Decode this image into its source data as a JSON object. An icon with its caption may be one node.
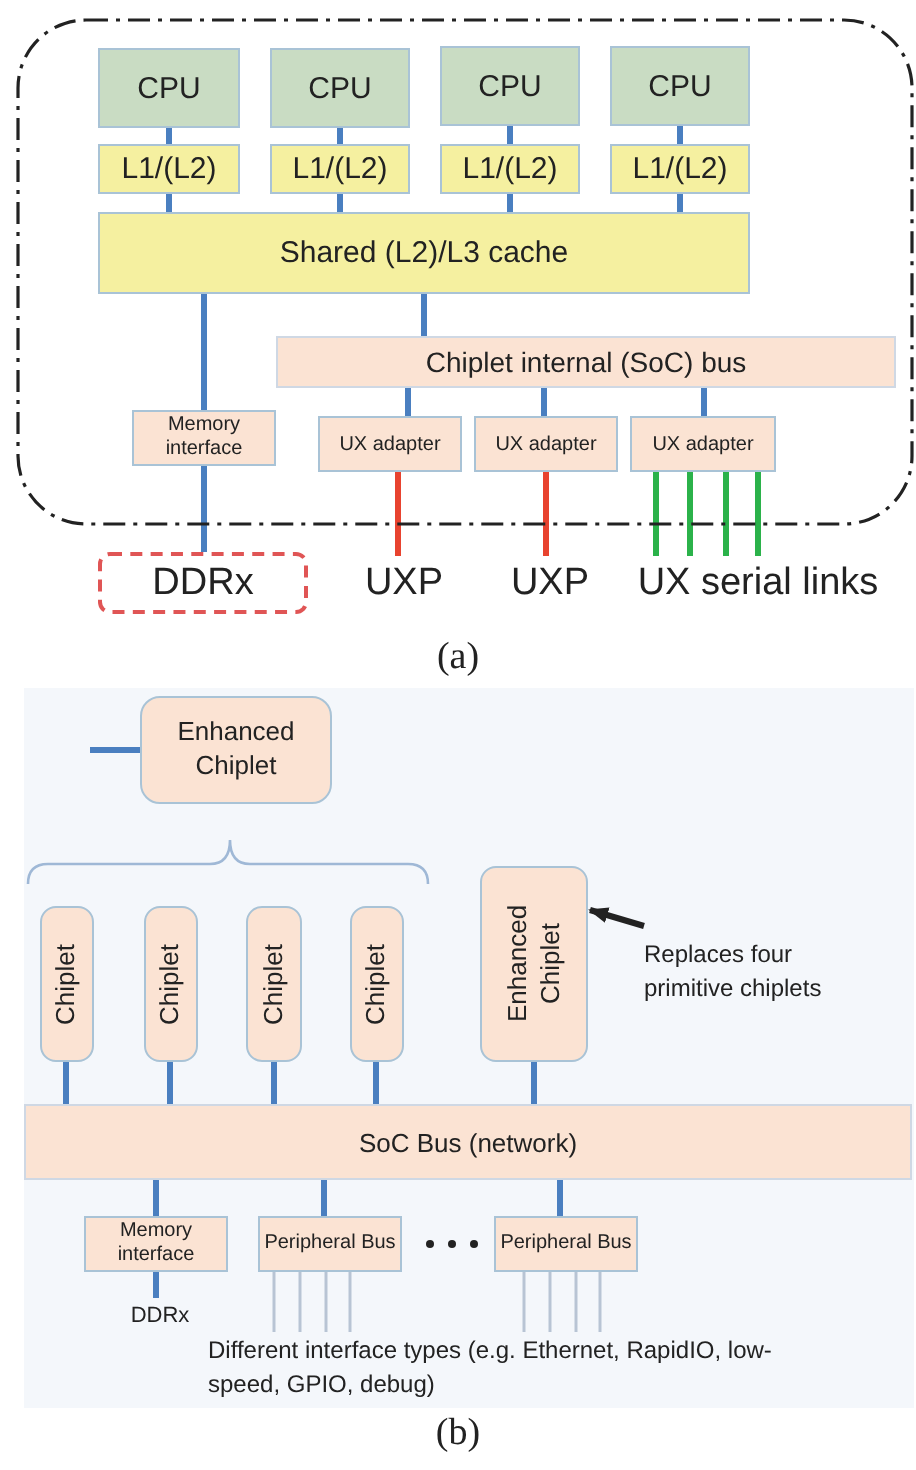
{
  "diagram": {
    "nodes": [
      {
        "text": [],
        "shape": "box"
      },
      {
        "text": [
          "CPU"
        ],
        "in": 0
      },
      {
        "text": [
          "CPU"
        ],
        "in": 0
      },
      {
        "text": [
          "CPU"
        ],
        "in": 0
      },
      {
        "text": [
          "CPU"
        ],
        "in": 0
      },
      {
        "text": [
          "L1/(L2)"
        ],
        "in": 0
      },
      {
        "text": [
          "L1/(L2)"
        ],
        "in": 0
      },
      {
        "text": [
          "L1/(L2)"
        ],
        "in": 0
      },
      {
        "text": [
          "L1/(L2)"
        ],
        "in": 0
      },
      {
        "text": [
          "Shared (L2)/L3 cache"
        ],
        "in": 0
      },
      {
        "text": [
          "Chiplet internal (SoC) bus"
        ],
        "in": 0
      },
      {
        "text": [
          "Memory interface"
        ],
        "in": 0
      },
      {
        "text": [
          "UX adapter"
        ],
        "in": 0
      },
      {
        "text": [
          "UX adapter"
        ],
        "in": 0
      },
      {
        "text": [
          "UX adapter"
        ],
        "in": 0
      },
      {
        "text": [
          "DDRx"
        ]
      },
      {
        "text": [
          "UXP"
        ]
      },
      {
        "text": [
          "UXP"
        ]
      },
      {
        "text": [
          "UX serial links"
        ]
      },
      {
        "text": [
          "Enhanced Chiplet"
        ]
      },
      {
        "text": [
          "Chiplet"
        ]
      },
      {
        "text": [
          "Chiplet"
        ]
      },
      {
        "text": [
          "Chiplet"
        ]
      },
      {
        "text": [
          "Chiplet"
        ]
      },
      {
        "text": [
          "Enhanced Chiplet"
        ]
      },
      {
        "text": [
          "Replaces four primitive chiplets"
        ]
      },
      {
        "text": [
          "SoC Bus (network)"
        ]
      },
      {
        "text": [
          "Memory interface"
        ]
      },
      {
        "text": [
          "Peripheral Bus"
        ]
      },
      {
        "text": [
          "Peripheral Bus"
        ]
      },
      {
        "text": [
          "DDRx"
        ]
      },
      {
        "text": [
          "Different interface types (e.g. Ethernet, RapidIO, low-speed, GPIO, debug)"
        ]
      }
    ],
    "edges": [
      {
        "from": 1,
        "to": 5,
        "arrow": "none"
      },
      {
        "from": 2,
        "to": 6,
        "arrow": "none"
      },
      {
        "from": 3,
        "to": 7,
        "arrow": "none"
      },
      {
        "from": 4,
        "to": 8,
        "arrow": "none"
      },
      {
        "from": 5,
        "to": 9,
        "arrow": "none"
      },
      {
        "from": 6,
        "to": 9,
        "arrow": "none"
      },
      {
        "from": 7,
        "to": 9,
        "arrow": "none"
      },
      {
        "from": 8,
        "to": 9,
        "arrow": "none"
      },
      {
        "from": 9,
        "to": 11,
        "arrow": "none"
      },
      {
        "from": 11,
        "to": 15,
        "arrow": "none"
      },
      {
        "from": 9,
        "to": 10,
        "arrow": "none"
      },
      {
        "from": 10,
        "to": 12,
        "arrow": "none"
      },
      {
        "from": 10,
        "to": 13,
        "arrow": "none"
      },
      {
        "from": 10,
        "to": 14,
        "arrow": "none"
      },
      {
        "from": 12,
        "to": 16,
        "arrow": "none",
        "color": "#e8432f"
      },
      {
        "from": 13,
        "to": 17,
        "arrow": "none",
        "color": "#e8432f"
      },
      {
        "from": 14,
        "to": 18,
        "arrow": "none",
        "color": "#2bb24a"
      },
      {
        "from": 14,
        "to": 18,
        "arrow": "none",
        "color": "#2bb24a"
      },
      {
        "from": 14,
        "to": 18,
        "arrow": "none",
        "color": "#2bb24a"
      },
      {
        "from": 14,
        "to": 18,
        "arrow": "none",
        "color": "#2bb24a"
      },
      {
        "from": null,
        "to": 19,
        "arrow": "none"
      },
      {
        "from": 20,
        "to": 26,
        "arrow": "none"
      },
      {
        "from": 21,
        "to": 26,
        "arrow": "none"
      },
      {
        "from": 22,
        "to": 26,
        "arrow": "none"
      },
      {
        "from": 23,
        "to": 26,
        "arrow": "none"
      },
      {
        "from": 24,
        "to": 26,
        "arrow": "none"
      },
      {
        "from": 25,
        "to": 24,
        "arrow": "to",
        "color": "#222222"
      },
      {
        "from": 26,
        "to": 27,
        "arrow": "none"
      },
      {
        "from": 26,
        "to": 28,
        "arrow": "none"
      },
      {
        "from": 26,
        "to": 29,
        "arrow": "none"
      },
      {
        "from": 27,
        "to": 30,
        "arrow": "none"
      },
      {
        "from": 28,
        "to": 31,
        "arrow": "none",
        "color": "#b8c4d4"
      },
      {
        "from": 28,
        "to": 31,
        "arrow": "none",
        "color": "#b8c4d4"
      },
      {
        "from": 28,
        "to": 31,
        "arrow": "none",
        "color": "#b8c4d4"
      },
      {
        "from": 28,
        "to": 31,
        "arrow": "none",
        "color": "#b8c4d4"
      },
      {
        "from": 29,
        "to": 31,
        "arrow": "none",
        "color": "#b8c4d4"
      },
      {
        "from": 29,
        "to": 31,
        "arrow": "none",
        "color": "#b8c4d4"
      },
      {
        "from": 29,
        "to": 31,
        "arrow": "none",
        "color": "#b8c4d4"
      },
      {
        "from": 29,
        "to": 31,
        "arrow": "none",
        "color": "#b8c4d4"
      }
    ],
    "labels": [
      "(a)",
      "(b)"
    ]
  }
}
